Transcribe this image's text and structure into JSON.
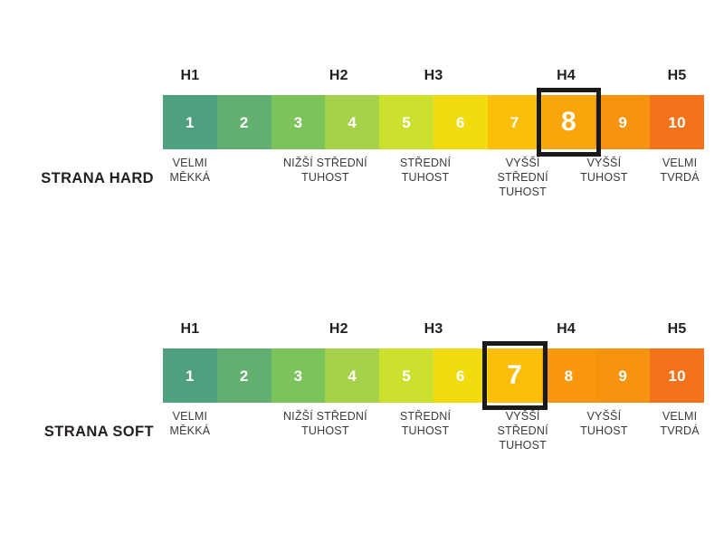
{
  "chart_data": {
    "type": "heatmap",
    "title": "",
    "xlabel": "",
    "ylabel": "",
    "description": "Two horizontal 10-step hardness/stiffness scales with H1-H5 group headers and Czech descriptive captions.",
    "categories": [
      "1",
      "2",
      "3",
      "4",
      "5",
      "6",
      "7",
      "8",
      "9",
      "10"
    ],
    "colors": [
      "#4FA07E",
      "#62AF70",
      "#7BC45C",
      "#A5D24A",
      "#CCE02E",
      "#F2DC10",
      "#FBBE0A",
      "#F9A50B",
      "#F7930D",
      "#F4721A"
    ],
    "series": [
      {
        "name": "STRANA HARD",
        "values": [
          1,
          2,
          3,
          4,
          5,
          6,
          7,
          8,
          9,
          10
        ],
        "highlight": 8
      },
      {
        "name": "STRANA SOFT",
        "values": [
          1,
          2,
          3,
          4,
          5,
          6,
          7,
          8,
          9,
          10
        ],
        "highlight": 7
      }
    ],
    "groups": [
      "H1",
      "H2",
      "H3",
      "H4",
      "H5"
    ]
  },
  "rows": [
    {
      "title": "STRANA HARD",
      "highlight_value": "8",
      "groups": [
        {
          "label": "H1",
          "center_pct": 5
        },
        {
          "label": "H2",
          "center_pct": 32.5
        },
        {
          "label": "H3",
          "center_pct": 50
        },
        {
          "label": "H4",
          "center_pct": 74.5
        },
        {
          "label": "H5",
          "center_pct": 95
        }
      ],
      "cells": [
        {
          "value": "1",
          "color": "#4FA07E",
          "highlight": false
        },
        {
          "value": "2",
          "color": "#62AF70",
          "highlight": false
        },
        {
          "value": "3",
          "color": "#7BC45C",
          "highlight": false
        },
        {
          "value": "4",
          "color": "#A5D24A",
          "highlight": false
        },
        {
          "value": "5",
          "color": "#CCE02E",
          "highlight": false
        },
        {
          "value": "6",
          "color": "#F2DC10",
          "highlight": false
        },
        {
          "value": "7",
          "color": "#FBBE0A",
          "highlight": false
        },
        {
          "value": "8",
          "color": "#F9A50B",
          "highlight": true
        },
        {
          "value": "9",
          "color": "#F7930D",
          "highlight": false
        },
        {
          "value": "10",
          "color": "#F4721A",
          "highlight": false
        }
      ],
      "captions": [
        {
          "text": "VELMI\nMĚKKÁ",
          "center_pct": 5
        },
        {
          "text": "NIŽŠÍ STŘEDNÍ\nTUHOST",
          "center_pct": 30
        },
        {
          "text": "STŘEDNÍ\nTUHOST",
          "center_pct": 48.5
        },
        {
          "text": "VYŠŠÍ\nSTŘEDNÍ\nTUHOST",
          "center_pct": 66.5
        },
        {
          "text": "VYŠŠÍ\nTUHOST",
          "center_pct": 81.5
        },
        {
          "text": "VELMI\nTVRDÁ",
          "center_pct": 95.5
        }
      ]
    },
    {
      "title": "STRANA SOFT",
      "highlight_value": "7",
      "groups": [
        {
          "label": "H1",
          "center_pct": 5
        },
        {
          "label": "H2",
          "center_pct": 32.5
        },
        {
          "label": "H3",
          "center_pct": 50
        },
        {
          "label": "H4",
          "center_pct": 74.5
        },
        {
          "label": "H5",
          "center_pct": 95
        }
      ],
      "cells": [
        {
          "value": "1",
          "color": "#4FA07E",
          "highlight": false
        },
        {
          "value": "2",
          "color": "#62AF70",
          "highlight": false
        },
        {
          "value": "3",
          "color": "#7BC45C",
          "highlight": false
        },
        {
          "value": "4",
          "color": "#A5D24A",
          "highlight": false
        },
        {
          "value": "5",
          "color": "#CCE02E",
          "highlight": false
        },
        {
          "value": "6",
          "color": "#F2DC10",
          "highlight": false
        },
        {
          "value": "7",
          "color": "#FBBE0A",
          "highlight": true
        },
        {
          "value": "8",
          "color": "#F9980C",
          "highlight": false
        },
        {
          "value": "9",
          "color": "#F7930D",
          "highlight": false
        },
        {
          "value": "10",
          "color": "#F4721A",
          "highlight": false
        }
      ],
      "captions": [
        {
          "text": "VELMI\nMĚKKÁ",
          "center_pct": 5
        },
        {
          "text": "NIŽŠÍ STŘEDNÍ\nTUHOST",
          "center_pct": 30
        },
        {
          "text": "STŘEDNÍ\nTUHOST",
          "center_pct": 48.5
        },
        {
          "text": "VYŠŠÍ\nSTŘEDNÍ\nTUHOST",
          "center_pct": 66.5
        },
        {
          "text": "VYŠŠÍ\nTUHOST",
          "center_pct": 81.5
        },
        {
          "text": "VELMI\nTVRDÁ",
          "center_pct": 95.5
        }
      ]
    }
  ]
}
